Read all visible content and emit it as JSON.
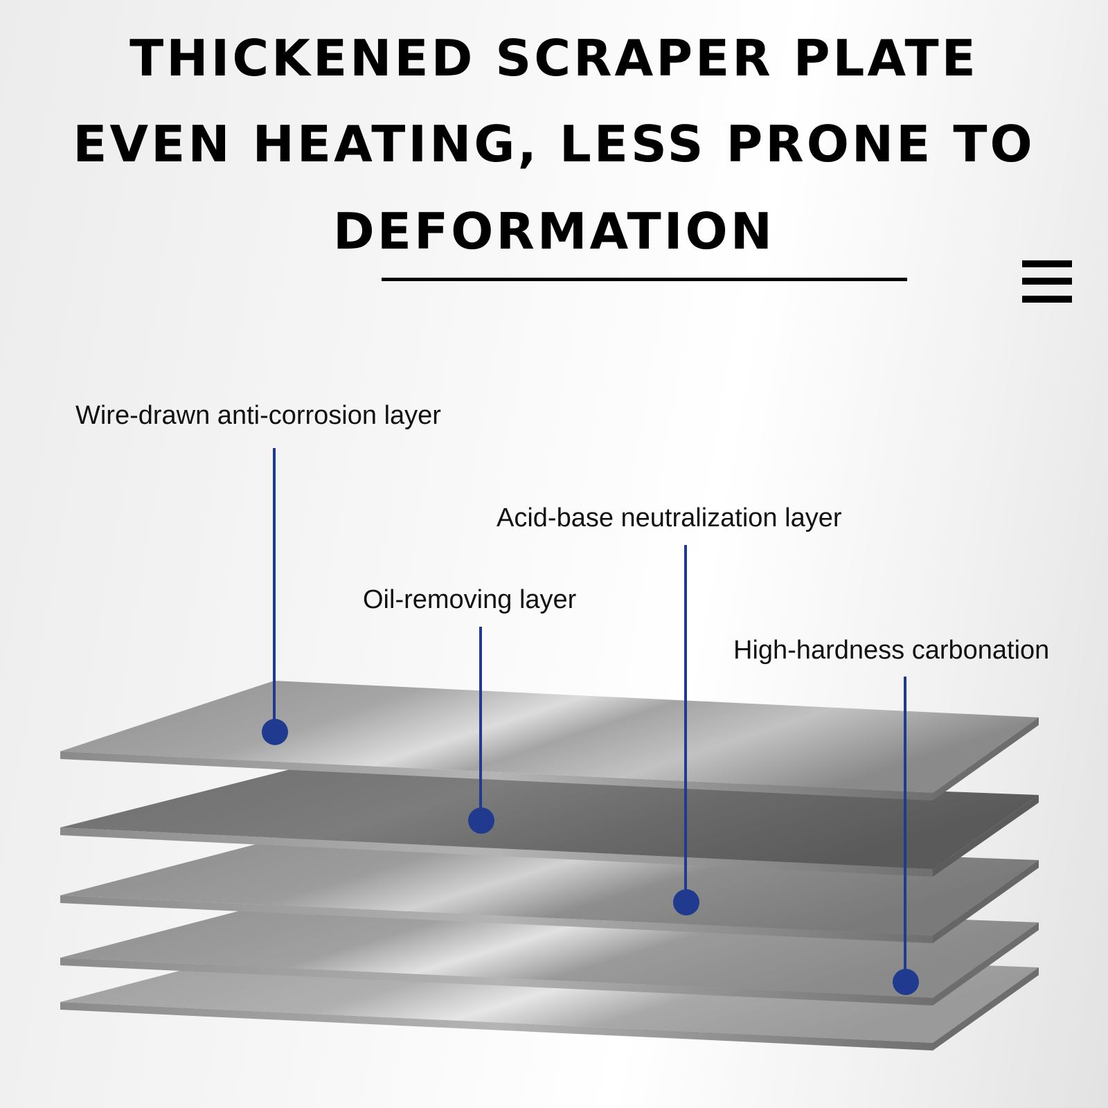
{
  "headline": {
    "line1": "THICKENED SCRAPER PLATE",
    "line2": "EVEN HEATING, LESS PRONE TO",
    "line3": "DEFORMATION"
  },
  "menu_icon": "hamburger-menu-icon",
  "layers": [
    {
      "label": "Wire-drawn anti-corrosion layer"
    },
    {
      "label": "Oil-removing layer"
    },
    {
      "label": "Acid-base neutralization layer"
    },
    {
      "label": "High-hardness carbonation"
    }
  ],
  "colors": {
    "pointer": "#1f3a8f",
    "text": "#111111",
    "plate": "#a2a2a2"
  }
}
